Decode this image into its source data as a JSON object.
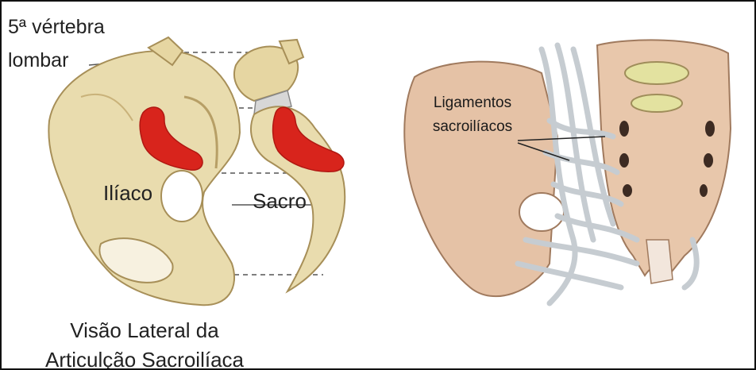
{
  "labels": {
    "vertebra": "5ª vértebra",
    "lombar": "lombar",
    "iliaco": "Ilíaco",
    "sacro": "Sacro",
    "caption_line1": "Visão Lateral da",
    "caption_line2": "Articulção Sacroilíaca",
    "ligamentos_line1": "Ligamentos",
    "ligamentos_line2": "sacroilíacos"
  },
  "colors": {
    "bone": "#e8d9a8",
    "bone_shadow": "#b9a06a",
    "joint": "#d8241c",
    "ligament": "#d9dde0",
    "sacrum_back": "#e7c3a9"
  }
}
